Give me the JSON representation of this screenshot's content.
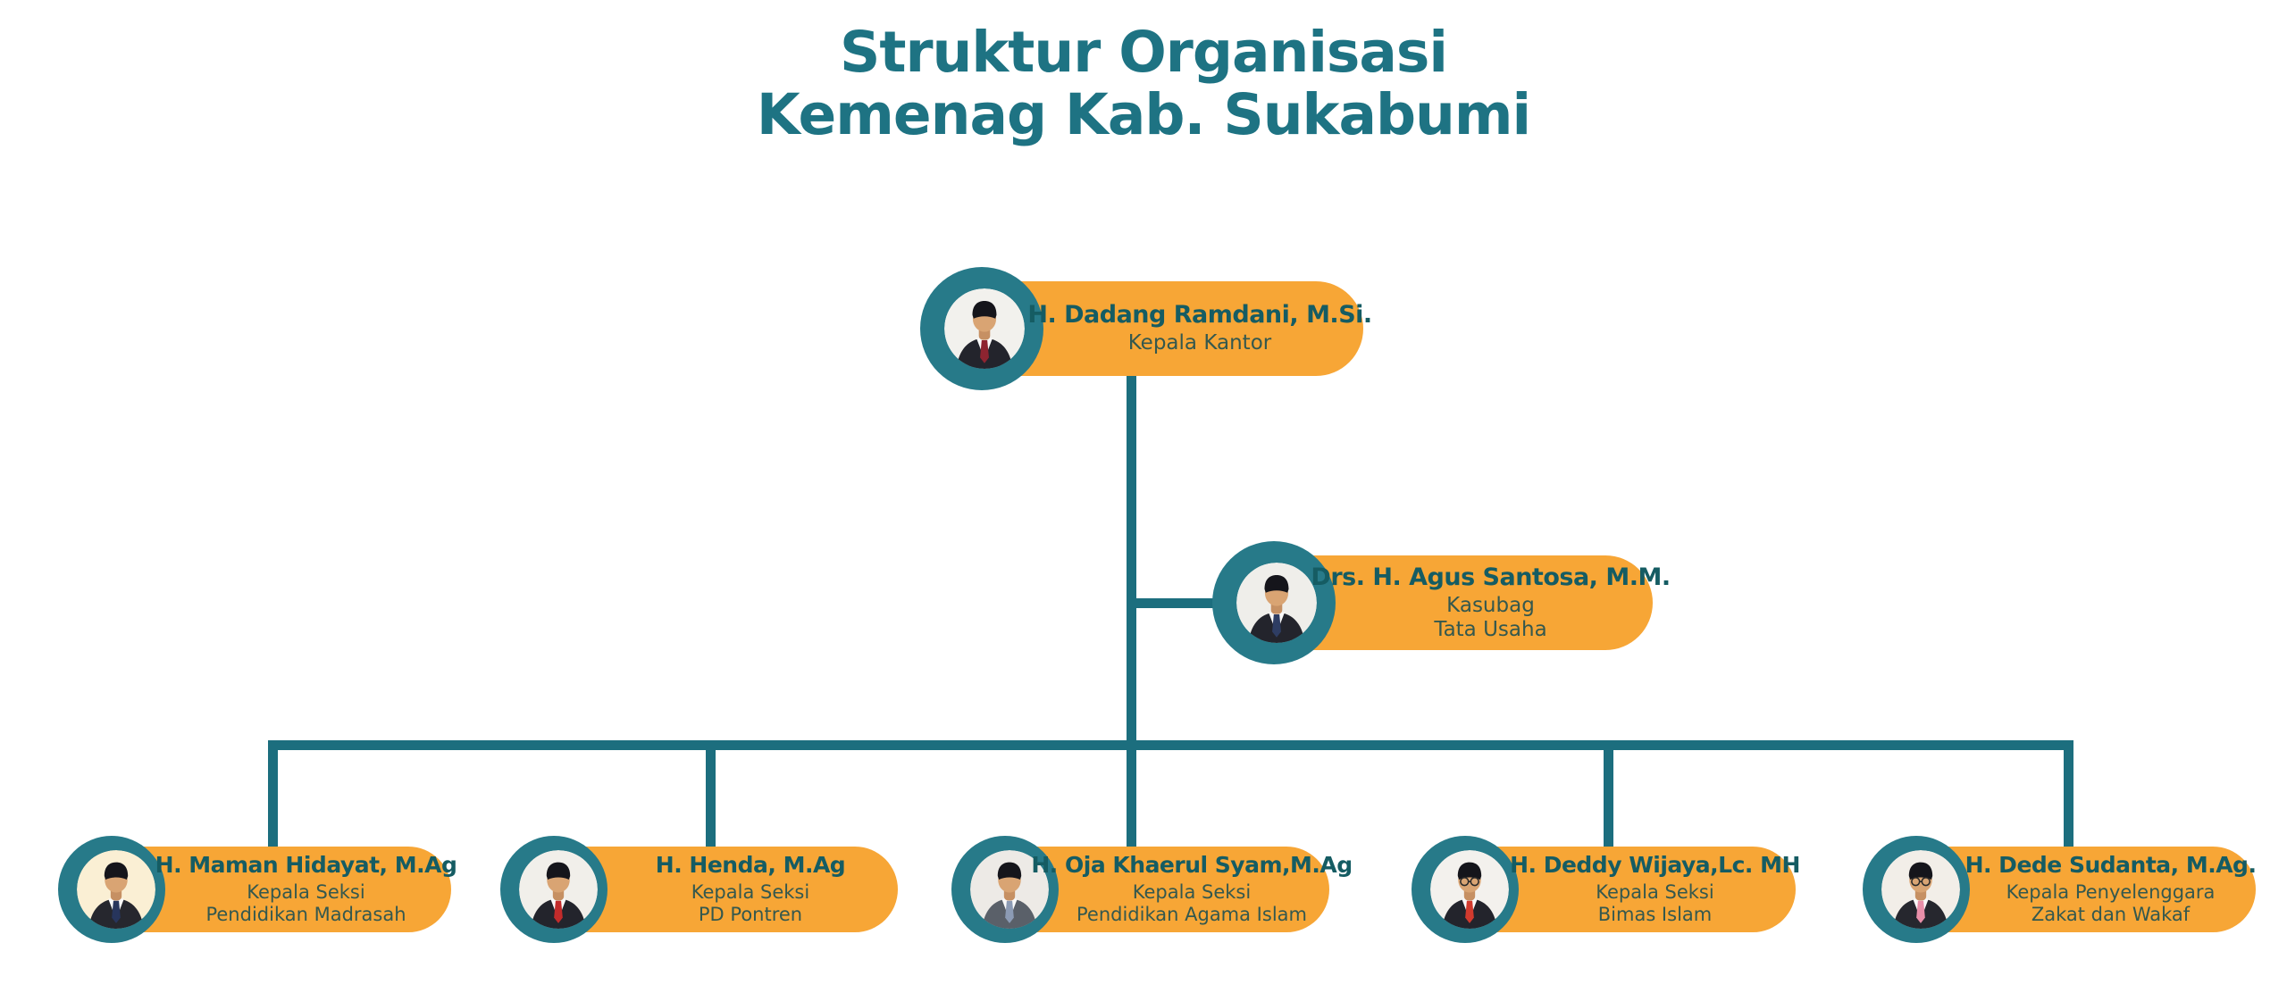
{
  "title": {
    "line1": "Struktur Organisasi",
    "line2": "Kemenag Kab. Sukabumi"
  },
  "colors": {
    "teal_accent": "#1E7383",
    "line_teal": "#1C6E7E",
    "halo_teal": "#277A89",
    "pill_orange": "#F7A636",
    "name_text": "#155C63",
    "role_text": "#34584E",
    "background": "#FFFFFF"
  },
  "nodes": [
    {
      "id": "kepala-kantor",
      "name": "H. Dadang Ramdani, M.Si.",
      "title_lines": [
        "Kepala Kantor"
      ],
      "photo": {
        "bg": "#F2F1ED",
        "suit": "#23242C",
        "tie_color": "#8E2430",
        "glasses": false
      }
    },
    {
      "id": "kasubag-tata-usaha",
      "name": "Drs. H. Agus Santosa, M.M.",
      "title_lines": [
        "Kasubag",
        "Tata Usaha"
      ],
      "photo": {
        "bg": "#EFEEEA",
        "suit": "#23242C",
        "tie_color": "#2E3D63",
        "glasses": false
      }
    },
    {
      "id": "seksi-pendidikan-madrasah",
      "name": "H. Maman Hidayat, M.Ag",
      "title_lines": [
        "Kepala Seksi",
        "Pendidikan Madrasah"
      ],
      "photo": {
        "bg": "#FAEFD4",
        "suit": "#26272E",
        "tie_color": "#27355C",
        "glasses": false
      }
    },
    {
      "id": "seksi-pd-pontren",
      "name": "H. Henda, M.Ag",
      "title_lines": [
        "Kepala Seksi",
        "PD Pontren"
      ],
      "photo": {
        "bg": "#F1EFEA",
        "suit": "#23242C",
        "tie_color": "#C22B2B",
        "glasses": false
      }
    },
    {
      "id": "seksi-pendidikan-agama-islam",
      "name": "H. Oja Khaerul Syam,M.Ag",
      "title_lines": [
        "Kepala Seksi",
        "Pendidikan Agama Islam"
      ],
      "photo": {
        "bg": "#EDEAE6",
        "suit": "#5A6069",
        "tie_color": "#8C9BB5",
        "glasses": false
      }
    },
    {
      "id": "seksi-bimas-islam",
      "name": "H. Deddy Wijaya,Lc. MH",
      "title_lines": [
        "Kepala Seksi",
        "Bimas Islam"
      ],
      "photo": {
        "bg": "#F3F1ED",
        "suit": "#23242C",
        "tie_color": "#D23A2E",
        "glasses": true
      }
    },
    {
      "id": "penyelenggara-zakat-wakaf",
      "name": "H. Dede Sudanta, M.Ag.",
      "title_lines": [
        "Kepala Penyelenggara",
        "Zakat dan Wakaf"
      ],
      "photo": {
        "bg": "#F2EEE8",
        "suit": "#26272E",
        "tie_color": "#E98FA9",
        "glasses": true
      }
    }
  ]
}
